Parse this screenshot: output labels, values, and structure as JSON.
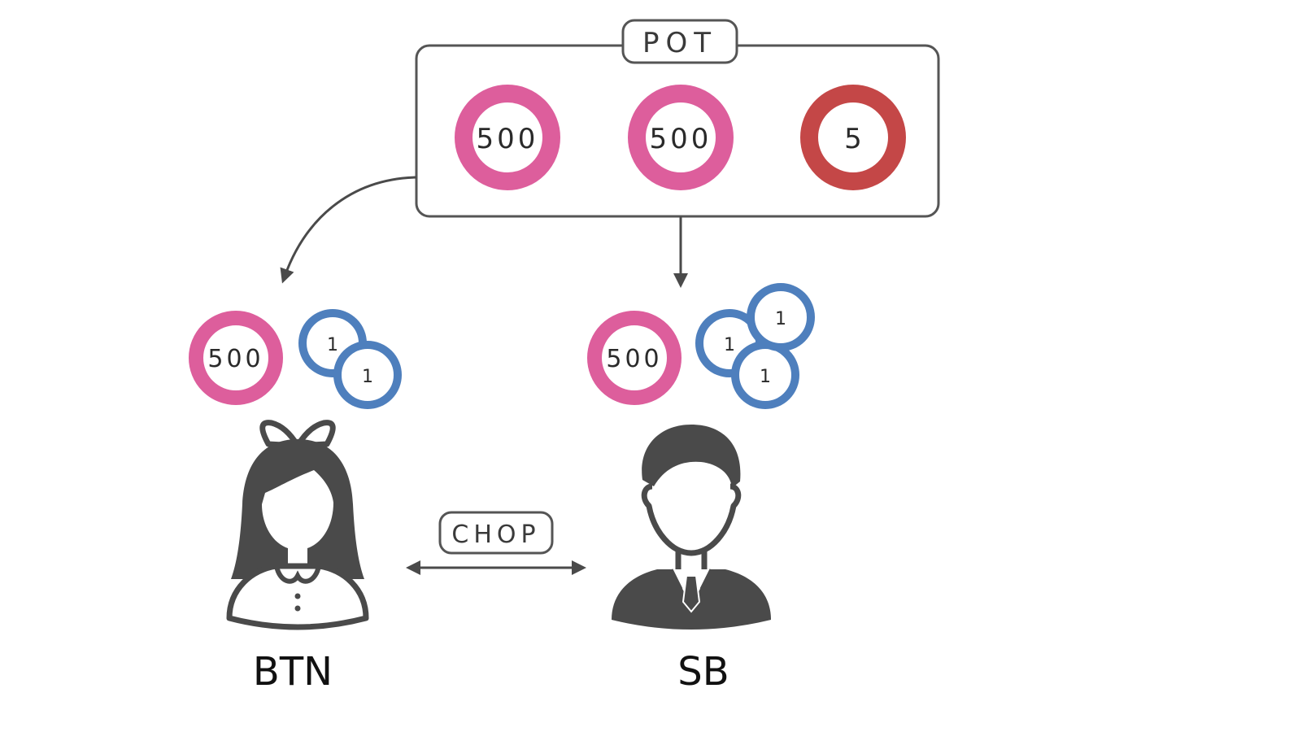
{
  "colors": {
    "chip_500": "#dd5e9c",
    "chip_5": "#c44747",
    "chip_1": "#4e7fbd",
    "outline": "#555555",
    "person": "#4a4a4a"
  },
  "pot": {
    "label": "POT",
    "chips": [
      "500",
      "500",
      "5"
    ]
  },
  "chop": {
    "label": "CHOP"
  },
  "players": {
    "btn": {
      "label": "BTN",
      "big_chip": "500",
      "small_chips": [
        "1",
        "1"
      ]
    },
    "sb": {
      "label": "SB",
      "big_chip": "500",
      "small_chips": [
        "1",
        "1",
        "1"
      ]
    }
  }
}
